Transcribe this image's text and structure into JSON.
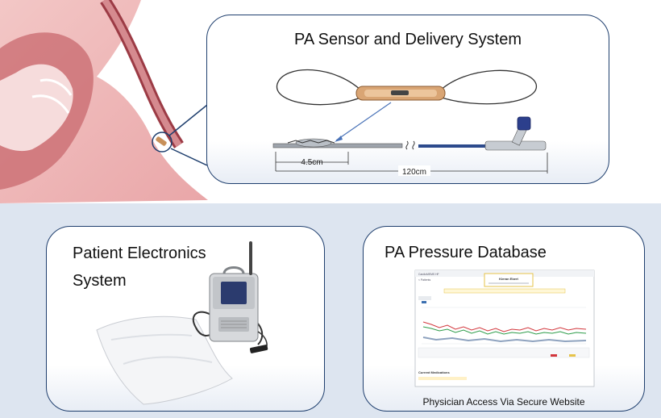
{
  "sensor_panel": {
    "title": "PA Sensor and Delivery System",
    "length_short": "4.5cm",
    "length_long": "120cm"
  },
  "patient_panel": {
    "title": "Patient Electronics System"
  },
  "database_panel": {
    "title": "PA Pressure Database",
    "caption": "Physician Access Via Secure Website",
    "screenshot": {
      "app_name": "CardioMEMS HF",
      "patient_name": "Kieran Ebert",
      "back_link": "< Patients",
      "section_heading": "Current Medications"
    }
  },
  "colors": {
    "panel_border": "#1f3f6e",
    "background_band": "#dde5f0",
    "heart_tissue": "#d98a8e",
    "sensor_copper": "#c8905a",
    "catheter_blue": "#2c4a8c"
  }
}
